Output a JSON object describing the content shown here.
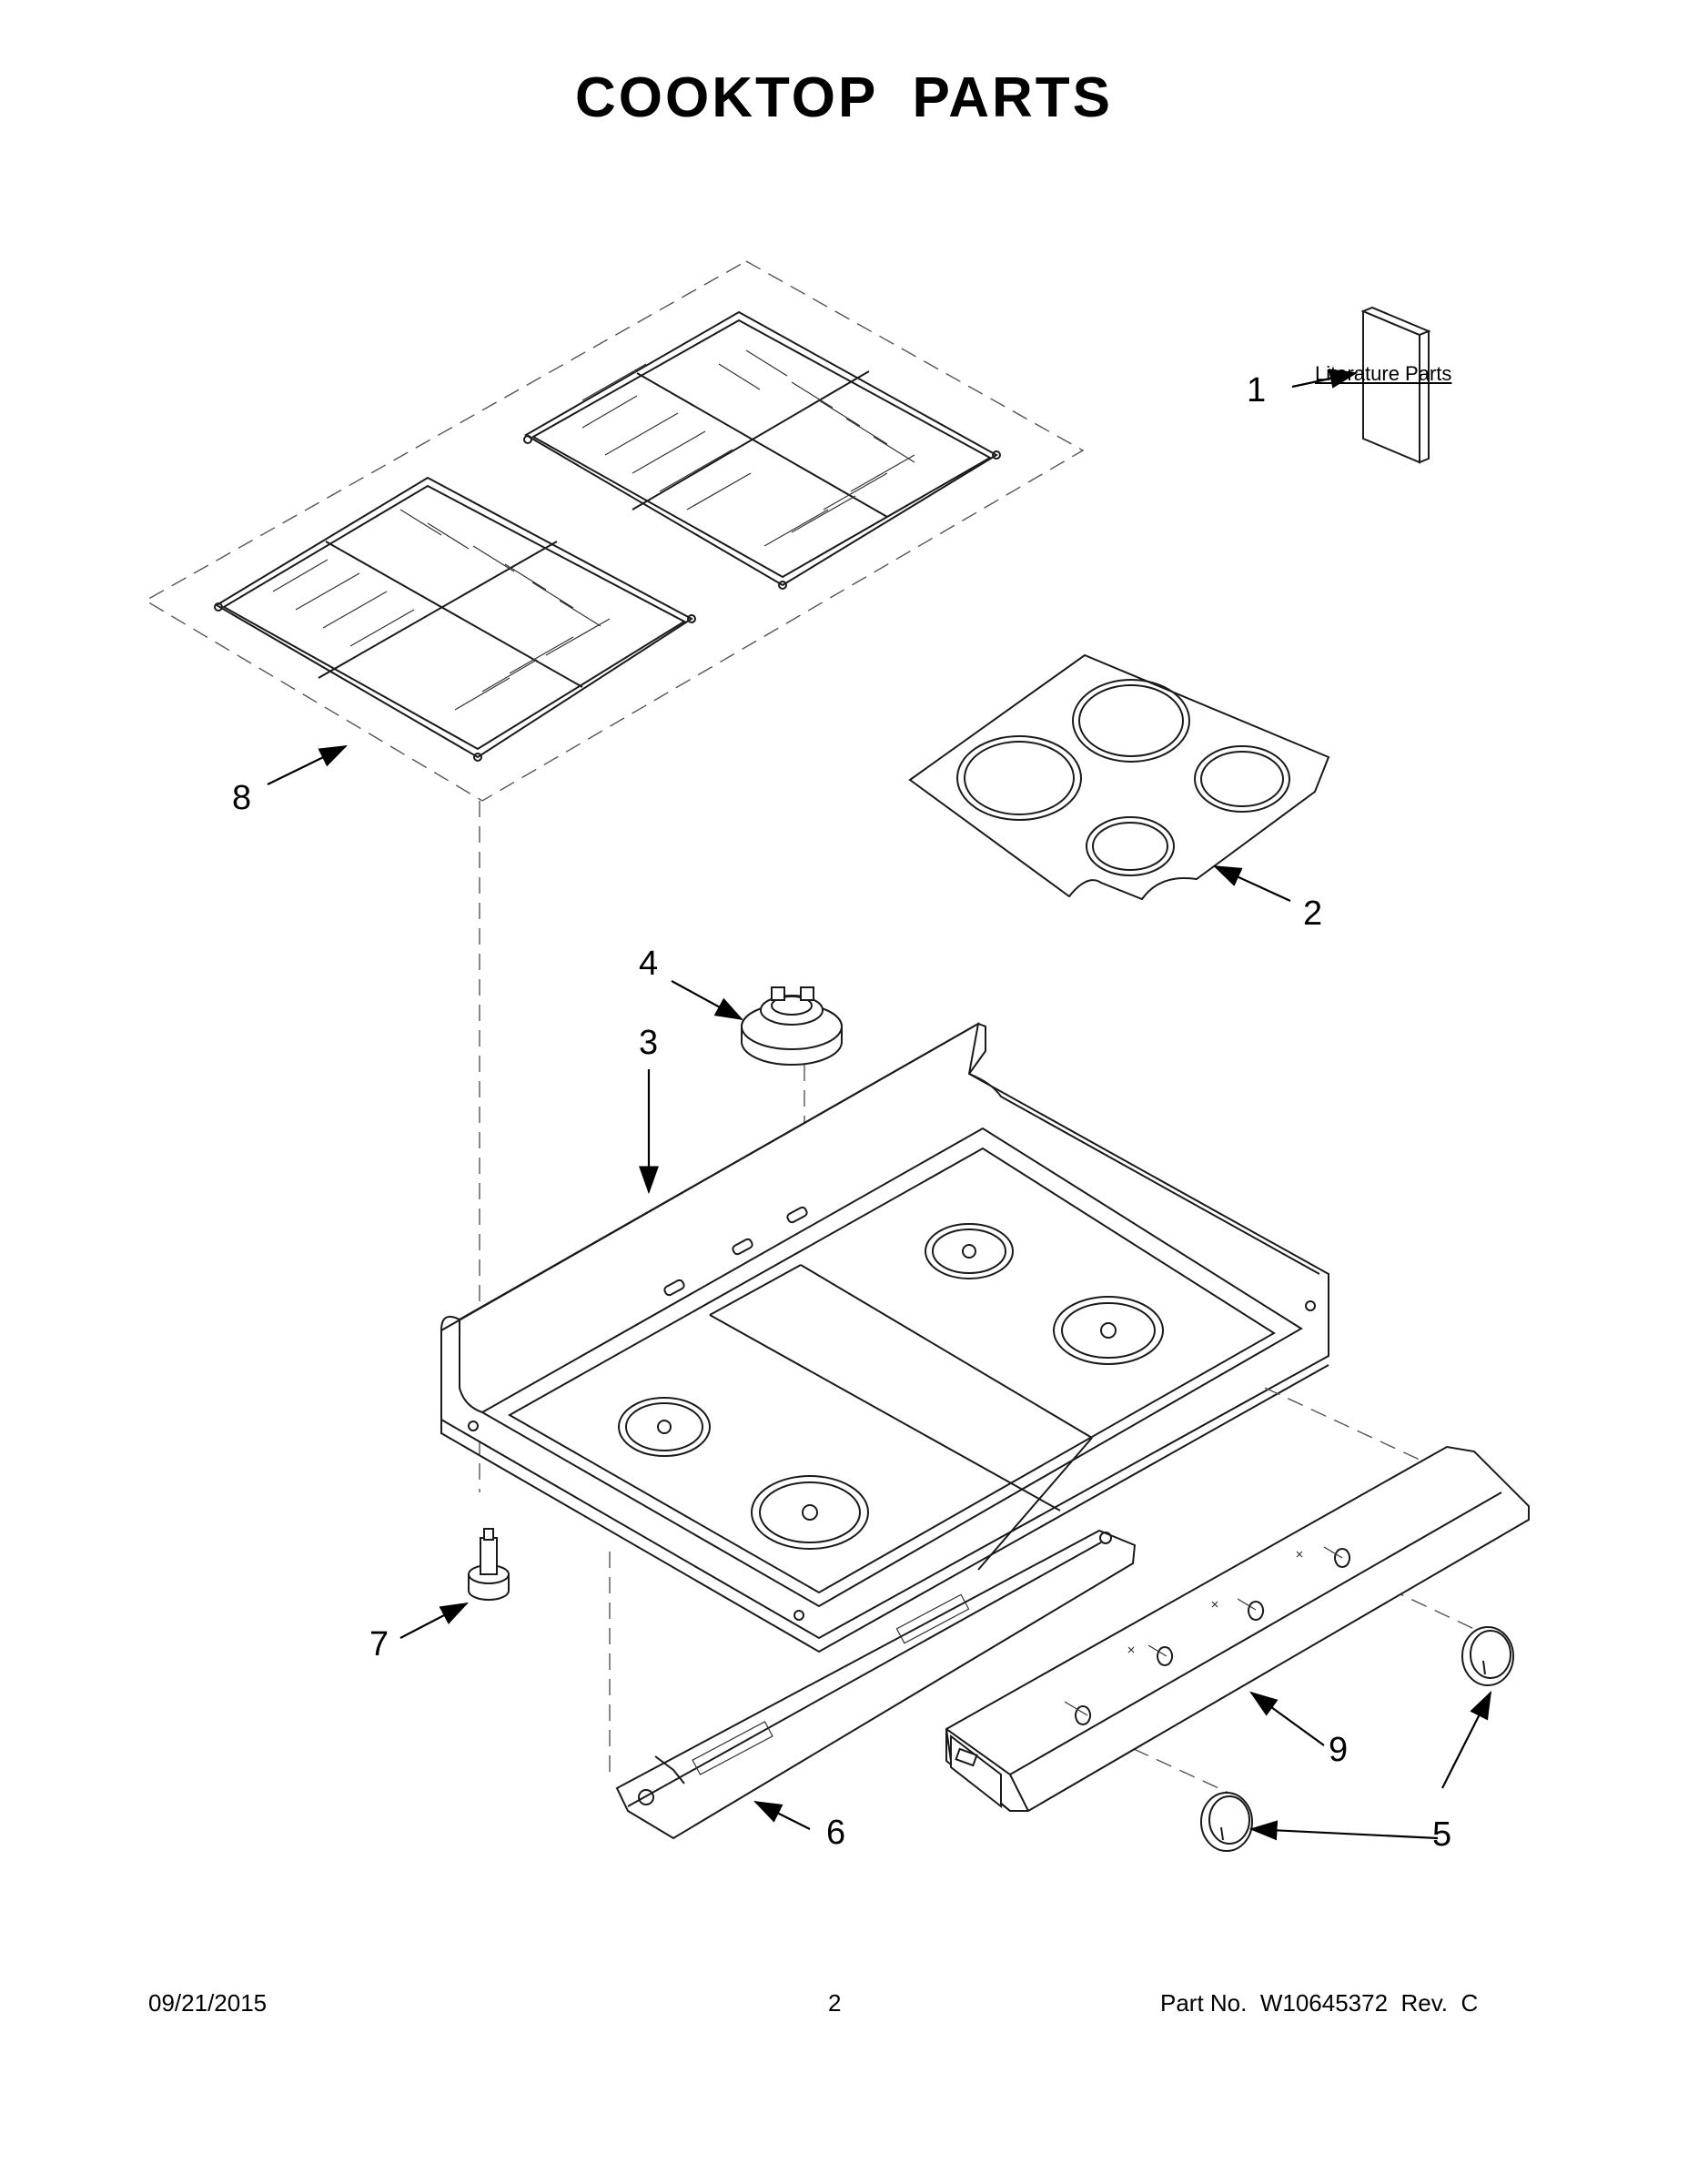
{
  "title": "COOKTOP PARTS",
  "literature_label": "Literature Parts",
  "callouts": {
    "c1": "1",
    "c2": "2",
    "c3": "3",
    "c4": "4",
    "c5": "5",
    "c6": "6",
    "c7": "7",
    "c8": "8",
    "c9": "9"
  },
  "footer": {
    "date": "09/21/2015",
    "page": "2",
    "part": "Part No.  W10645372  Rev.  C"
  }
}
